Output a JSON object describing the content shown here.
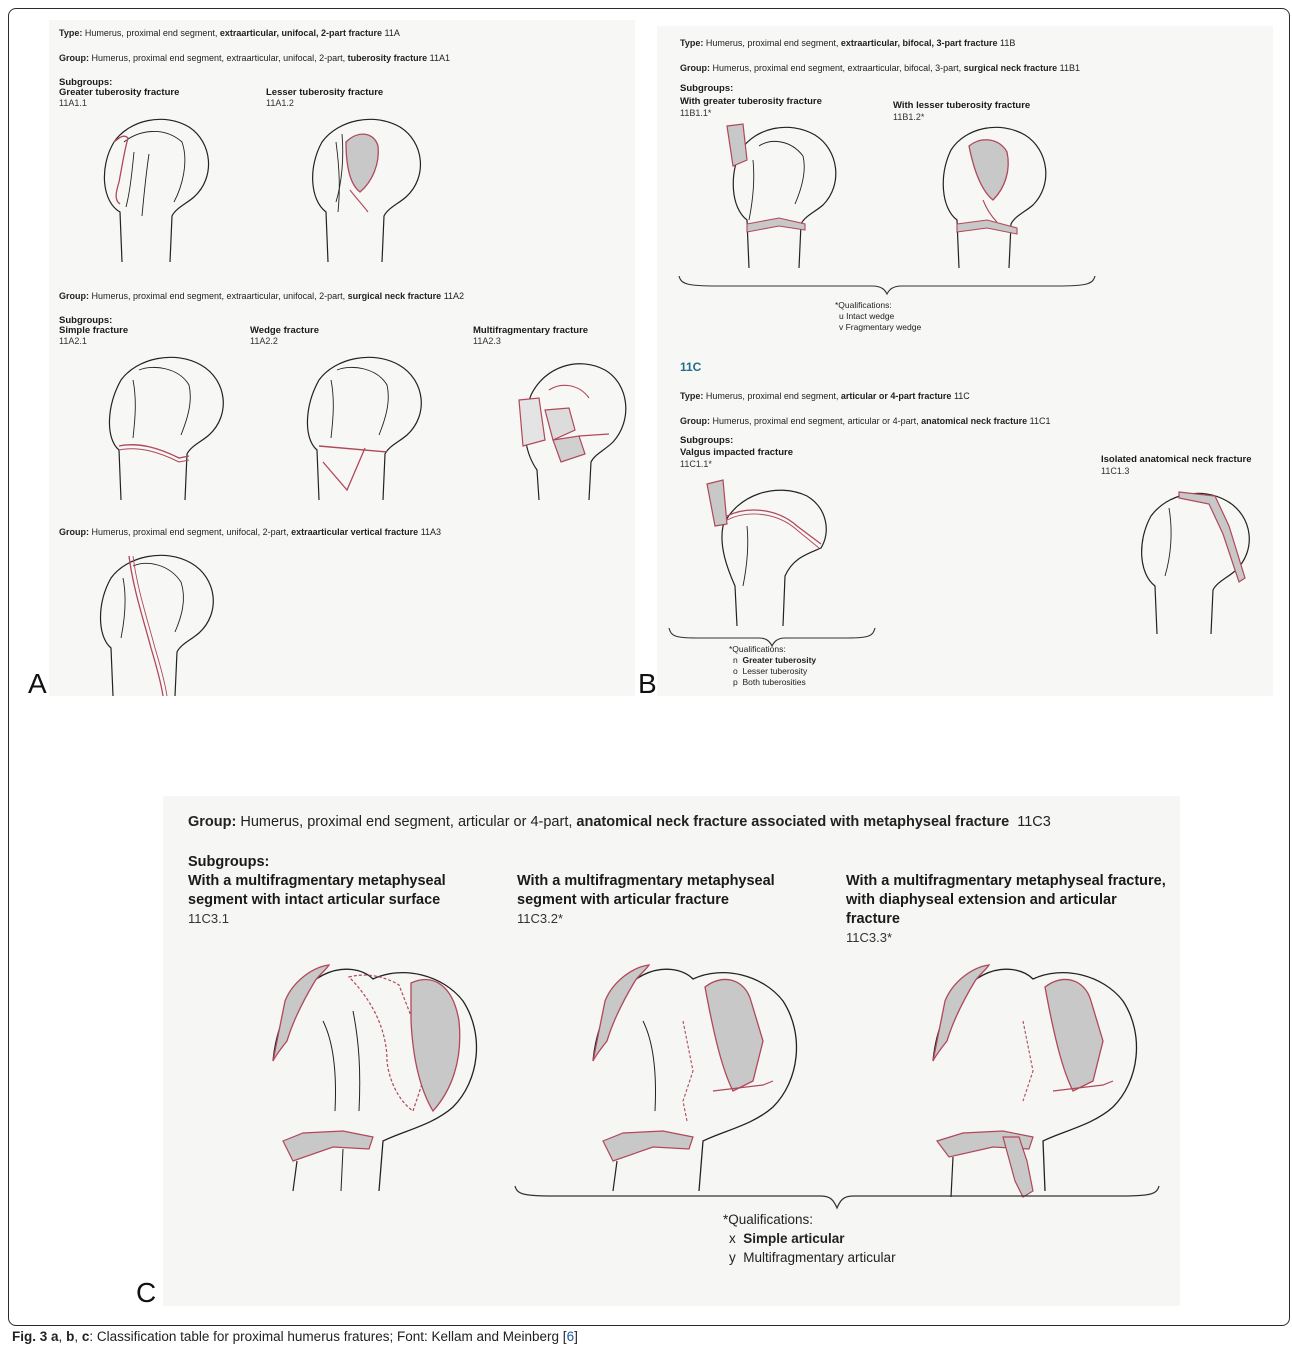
{
  "panel_a": {
    "letter": "A",
    "type_line": {
      "prefix": "Type:",
      "plain": " Humerus, proximal end segment, ",
      "bold": "extraarticular, unifocal, 2-part fracture",
      "code": "11A"
    },
    "group1": {
      "prefix": "Group:",
      "plain": " Humerus, proximal end segment, extraarticular, unifocal, 2-part, ",
      "bold": "tuberosity fracture",
      "code": "11A1"
    },
    "subgroups_label": "Subgroups:",
    "g1_items": [
      {
        "name": "Greater tuberosity fracture",
        "code": "11A1.1"
      },
      {
        "name": "Lesser tuberosity fracture",
        "code": "11A1.2"
      }
    ],
    "group2": {
      "prefix": "Group:",
      "plain": " Humerus, proximal end segment, extraarticular, unifocal, 2-part, ",
      "bold": "surgical neck fracture",
      "code": "11A2"
    },
    "g2_items": [
      {
        "name": "Simple fracture",
        "code": "11A2.1"
      },
      {
        "name": "Wedge fracture",
        "code": "11A2.2"
      },
      {
        "name": "Multifragmentary fracture",
        "code": "11A2.3"
      }
    ],
    "group3": {
      "prefix": "Group:",
      "plain": " Humerus, proximal end segment, unifocal, 2-part, ",
      "bold": "extraarticular vertical fracture",
      "code": "11A3"
    }
  },
  "panel_b": {
    "letter": "B",
    "type_line": {
      "prefix": "Type:",
      "plain": " Humerus, proximal end segment, ",
      "bold": "extraarticular, bifocal, 3-part fracture",
      "code": "11B"
    },
    "group1": {
      "prefix": "Group:",
      "plain": " Humerus, proximal end segment, extraarticular, bifocal, 3-part, ",
      "bold": "surgical neck fracture",
      "code": "11B1"
    },
    "subgroups_label": "Subgroups:",
    "g1_items": [
      {
        "name": "With greater tuberosity fracture",
        "code": "11B1.1*"
      },
      {
        "name": "With lesser tuberosity fracture",
        "code": "11B1.2*"
      }
    ],
    "qual1": {
      "title": "*Qualifications:",
      "items": [
        "u  Intact wedge",
        "v  Fragmentary wedge"
      ]
    },
    "section": "11C",
    "type_c": {
      "prefix": "Type:",
      "plain": " Humerus, proximal end segment, ",
      "bold": "articular or 4-part fracture",
      "code": "11C"
    },
    "group_c1": {
      "prefix": "Group:",
      "plain": " Humerus, proximal end segment, articular or 4-part, ",
      "bold": "anatomical neck fracture",
      "code": "11C1"
    },
    "c1_items": [
      {
        "name": "Valgus impacted fracture",
        "code": "11C1.1*"
      },
      {
        "name": "Isolated anatomical neck fracture",
        "code": "11C1.3"
      }
    ],
    "qual2": {
      "title": "*Qualifications:",
      "items": [
        {
          "key": "n",
          "text": "Greater tuberosity",
          "bold": true
        },
        {
          "key": "o",
          "text": "Lesser tuberosity",
          "bold": false
        },
        {
          "key": "p",
          "text": "Both tuberosities",
          "bold": false
        }
      ]
    }
  },
  "panel_c": {
    "letter": "C",
    "group": {
      "prefix": "Group:",
      "plain": " Humerus, proximal end segment, articular or 4-part, ",
      "bold": "anatomical neck fracture associated with metaphyseal fracture",
      "code": "11C3"
    },
    "subgroups_label": "Subgroups:",
    "items": [
      {
        "name": "With a multifragmentary metaphyseal segment with intact articular surface",
        "code": "11C3.1"
      },
      {
        "name": "With a multifragmentary metaphyseal segment with articular fracture",
        "code": "11C3.2*"
      },
      {
        "name": "With a multifragmentary metaphyseal fracture, with diaphyseal extension and articular fracture",
        "code": "11C3.3*"
      }
    ],
    "qual": {
      "title": "*Qualifications:",
      "items": [
        {
          "key": "x",
          "text": "Simple articular",
          "bold": true
        },
        {
          "key": "y",
          "text": "Multifragmentary articular",
          "bold": false
        }
      ]
    }
  },
  "caption": {
    "fig": "Fig. 3",
    "a": "a",
    "b": "b",
    "c": "c",
    "text": ": Classification table for proximal humerus fratures; Font: Kellam and Meinberg [",
    "ref": "6",
    "end": "]"
  }
}
